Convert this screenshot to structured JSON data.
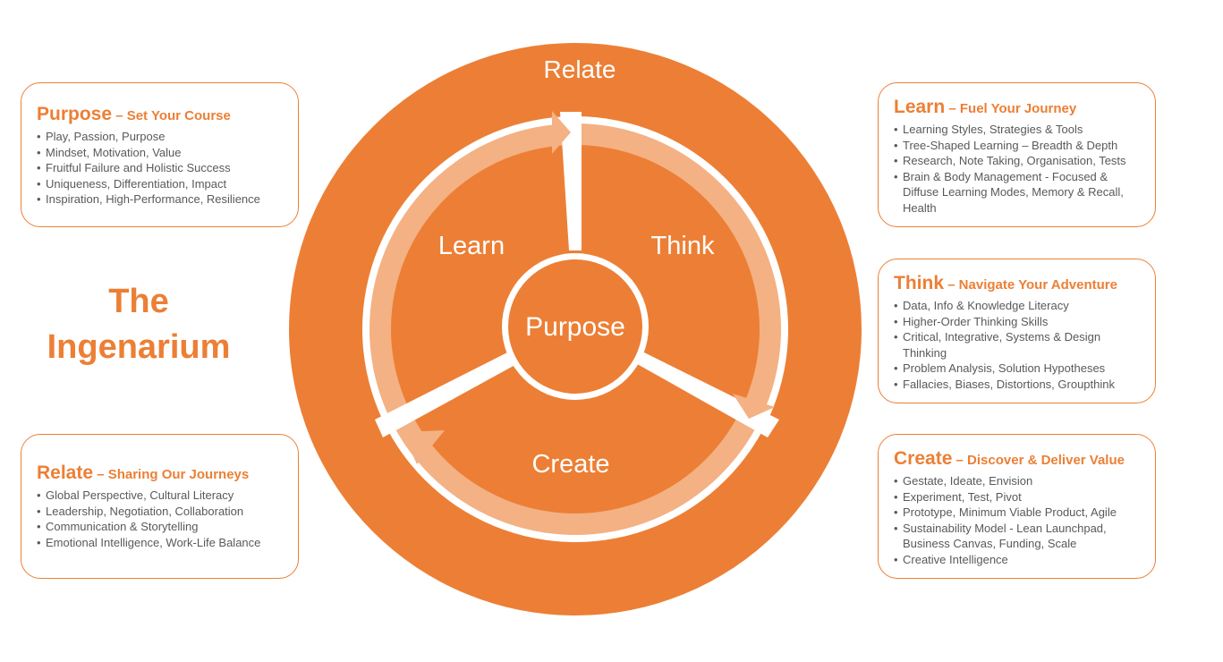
{
  "brand": {
    "line1": "The",
    "line2": "Ingenarium"
  },
  "wheel": {
    "outer_label": "Relate",
    "center_label": "Purpose",
    "segments": {
      "learn": "Learn",
      "think": "Think",
      "create": "Create"
    }
  },
  "cards": {
    "purpose": {
      "title": "Purpose",
      "subtitle": " – Set Your Course",
      "items": [
        "Play, Passion, Purpose",
        "Mindset, Motivation, Value",
        "Fruitful Failure and Holistic Success",
        "Uniqueness, Differentiation, Impact",
        "Inspiration, High-Performance, Resilience"
      ]
    },
    "relate": {
      "title": "Relate",
      "subtitle": " – Sharing Our Journeys",
      "items": [
        "Global Perspective, Cultural Literacy",
        "Leadership, Negotiation, Collaboration",
        "Communication & Storytelling",
        "Emotional Intelligence, Work-Life Balance"
      ]
    },
    "learn": {
      "title": "Learn",
      "subtitle": " – Fuel Your Journey",
      "items": [
        "Learning Styles, Strategies & Tools",
        "Tree-Shaped Learning – Breadth & Depth",
        "Research, Note Taking, Organisation, Tests",
        "Brain & Body Management  - Focused & Diffuse Learning Modes, Memory & Recall, Health"
      ]
    },
    "think": {
      "title": "Think",
      "subtitle": " – Navigate Your Adventure",
      "items": [
        "Data, Info & Knowledge Literacy",
        "Higher-Order Thinking Skills",
        "Critical, Integrative, Systems & Design Thinking",
        "Problem Analysis, Solution Hypotheses",
        "Fallacies, Biases, Distortions, Groupthink"
      ]
    },
    "create": {
      "title": "Create",
      "subtitle": " – Discover & Deliver Value",
      "items": [
        "Gestate, Ideate, Envision",
        "Experiment, Test, Pivot",
        "Prototype, Minimum Viable Product, Agile",
        "Sustainability Model - Lean Launchpad, Business Canvas, Funding, Scale",
        "Creative Intelligence"
      ]
    }
  },
  "colors": {
    "accent": "#ec7f35",
    "arrow": "#f4b183",
    "text": "#595959"
  }
}
